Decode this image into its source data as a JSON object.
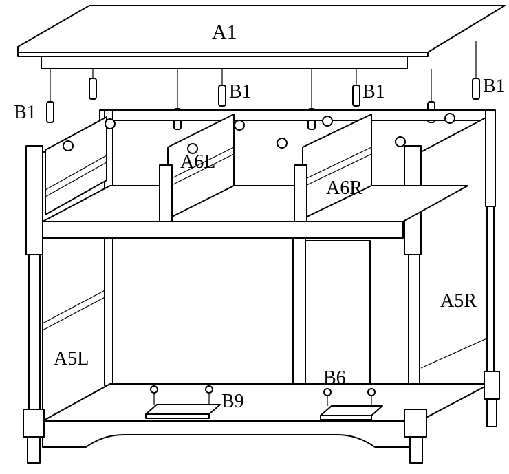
{
  "diagram": {
    "labels": {
      "top_panel": "A1",
      "dowel_1": "B1",
      "dowel_2": "B1",
      "dowel_3": "B1",
      "dowel_4": "B1",
      "drawer_left": "A6L",
      "drawer_right": "A6R",
      "side_left": "A5L",
      "side_right": "A5R",
      "screw_pack_right": "B6",
      "screw_pack_bottom": "B9"
    }
  }
}
